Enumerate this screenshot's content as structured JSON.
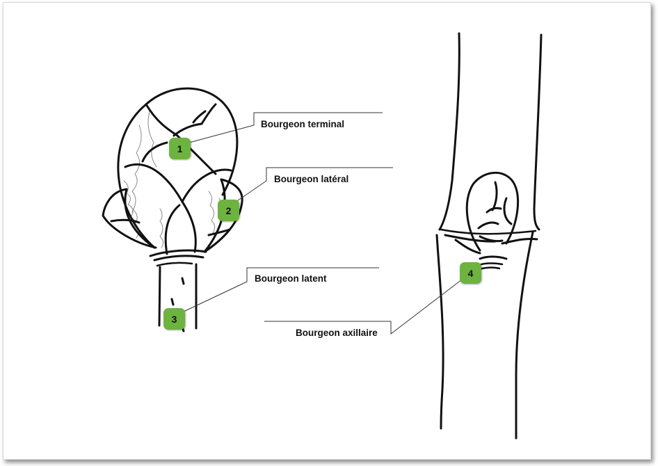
{
  "colors": {
    "badge": "#6db33f",
    "ink": "#111111",
    "hatch": "#8a8a8a"
  },
  "left_bud": {
    "labels": {
      "terminal": "Bourgeon terminal",
      "lateral": "Bourgeon latéral",
      "latent": "Bourgeon latent"
    },
    "badges": {
      "b1": "1",
      "b2": "2",
      "b3": "3"
    }
  },
  "right_stem": {
    "labels": {
      "axillary": "Bourgeon axillaire"
    },
    "badges": {
      "b4": "4"
    }
  }
}
